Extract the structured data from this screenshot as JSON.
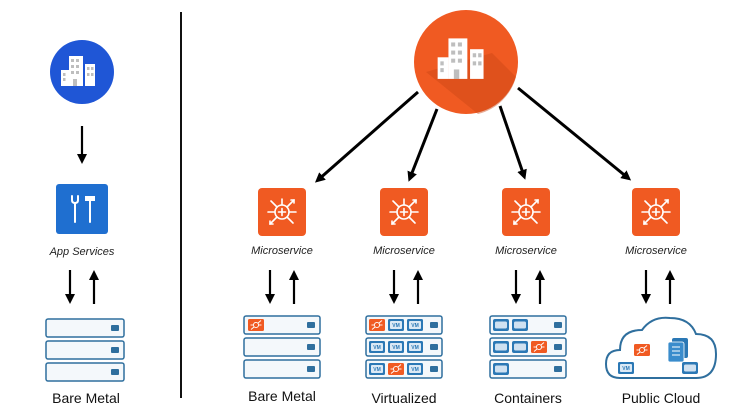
{
  "left": {
    "app_services_label": "App Services",
    "caption": "Bare Metal"
  },
  "right": {
    "columns": [
      {
        "microservice_label": "Microservice",
        "caption": "Bare Metal"
      },
      {
        "microservice_label": "Microservice",
        "caption": "Virtualized"
      },
      {
        "microservice_label": "Microservice",
        "caption": "Containers"
      },
      {
        "microservice_label": "Microservice",
        "caption": "Public Cloud"
      }
    ]
  },
  "server_slot_badges": {
    "vm": "VM"
  },
  "colors": {
    "enterprise_blue": "#1f56d6",
    "app_services_blue": "#1f6fd0",
    "microservice_orange": "#f05a22",
    "enterprise_orange": "#f05a22",
    "server_border": "#2f6f9e",
    "server_fill": "#f4f8fb",
    "container_blue": "#2b78b5"
  },
  "icons": {
    "enterprise_left": "building-icon",
    "app_services": "tools-icon",
    "enterprise_right": "building-icon",
    "microservice": "network-hub-icon"
  }
}
